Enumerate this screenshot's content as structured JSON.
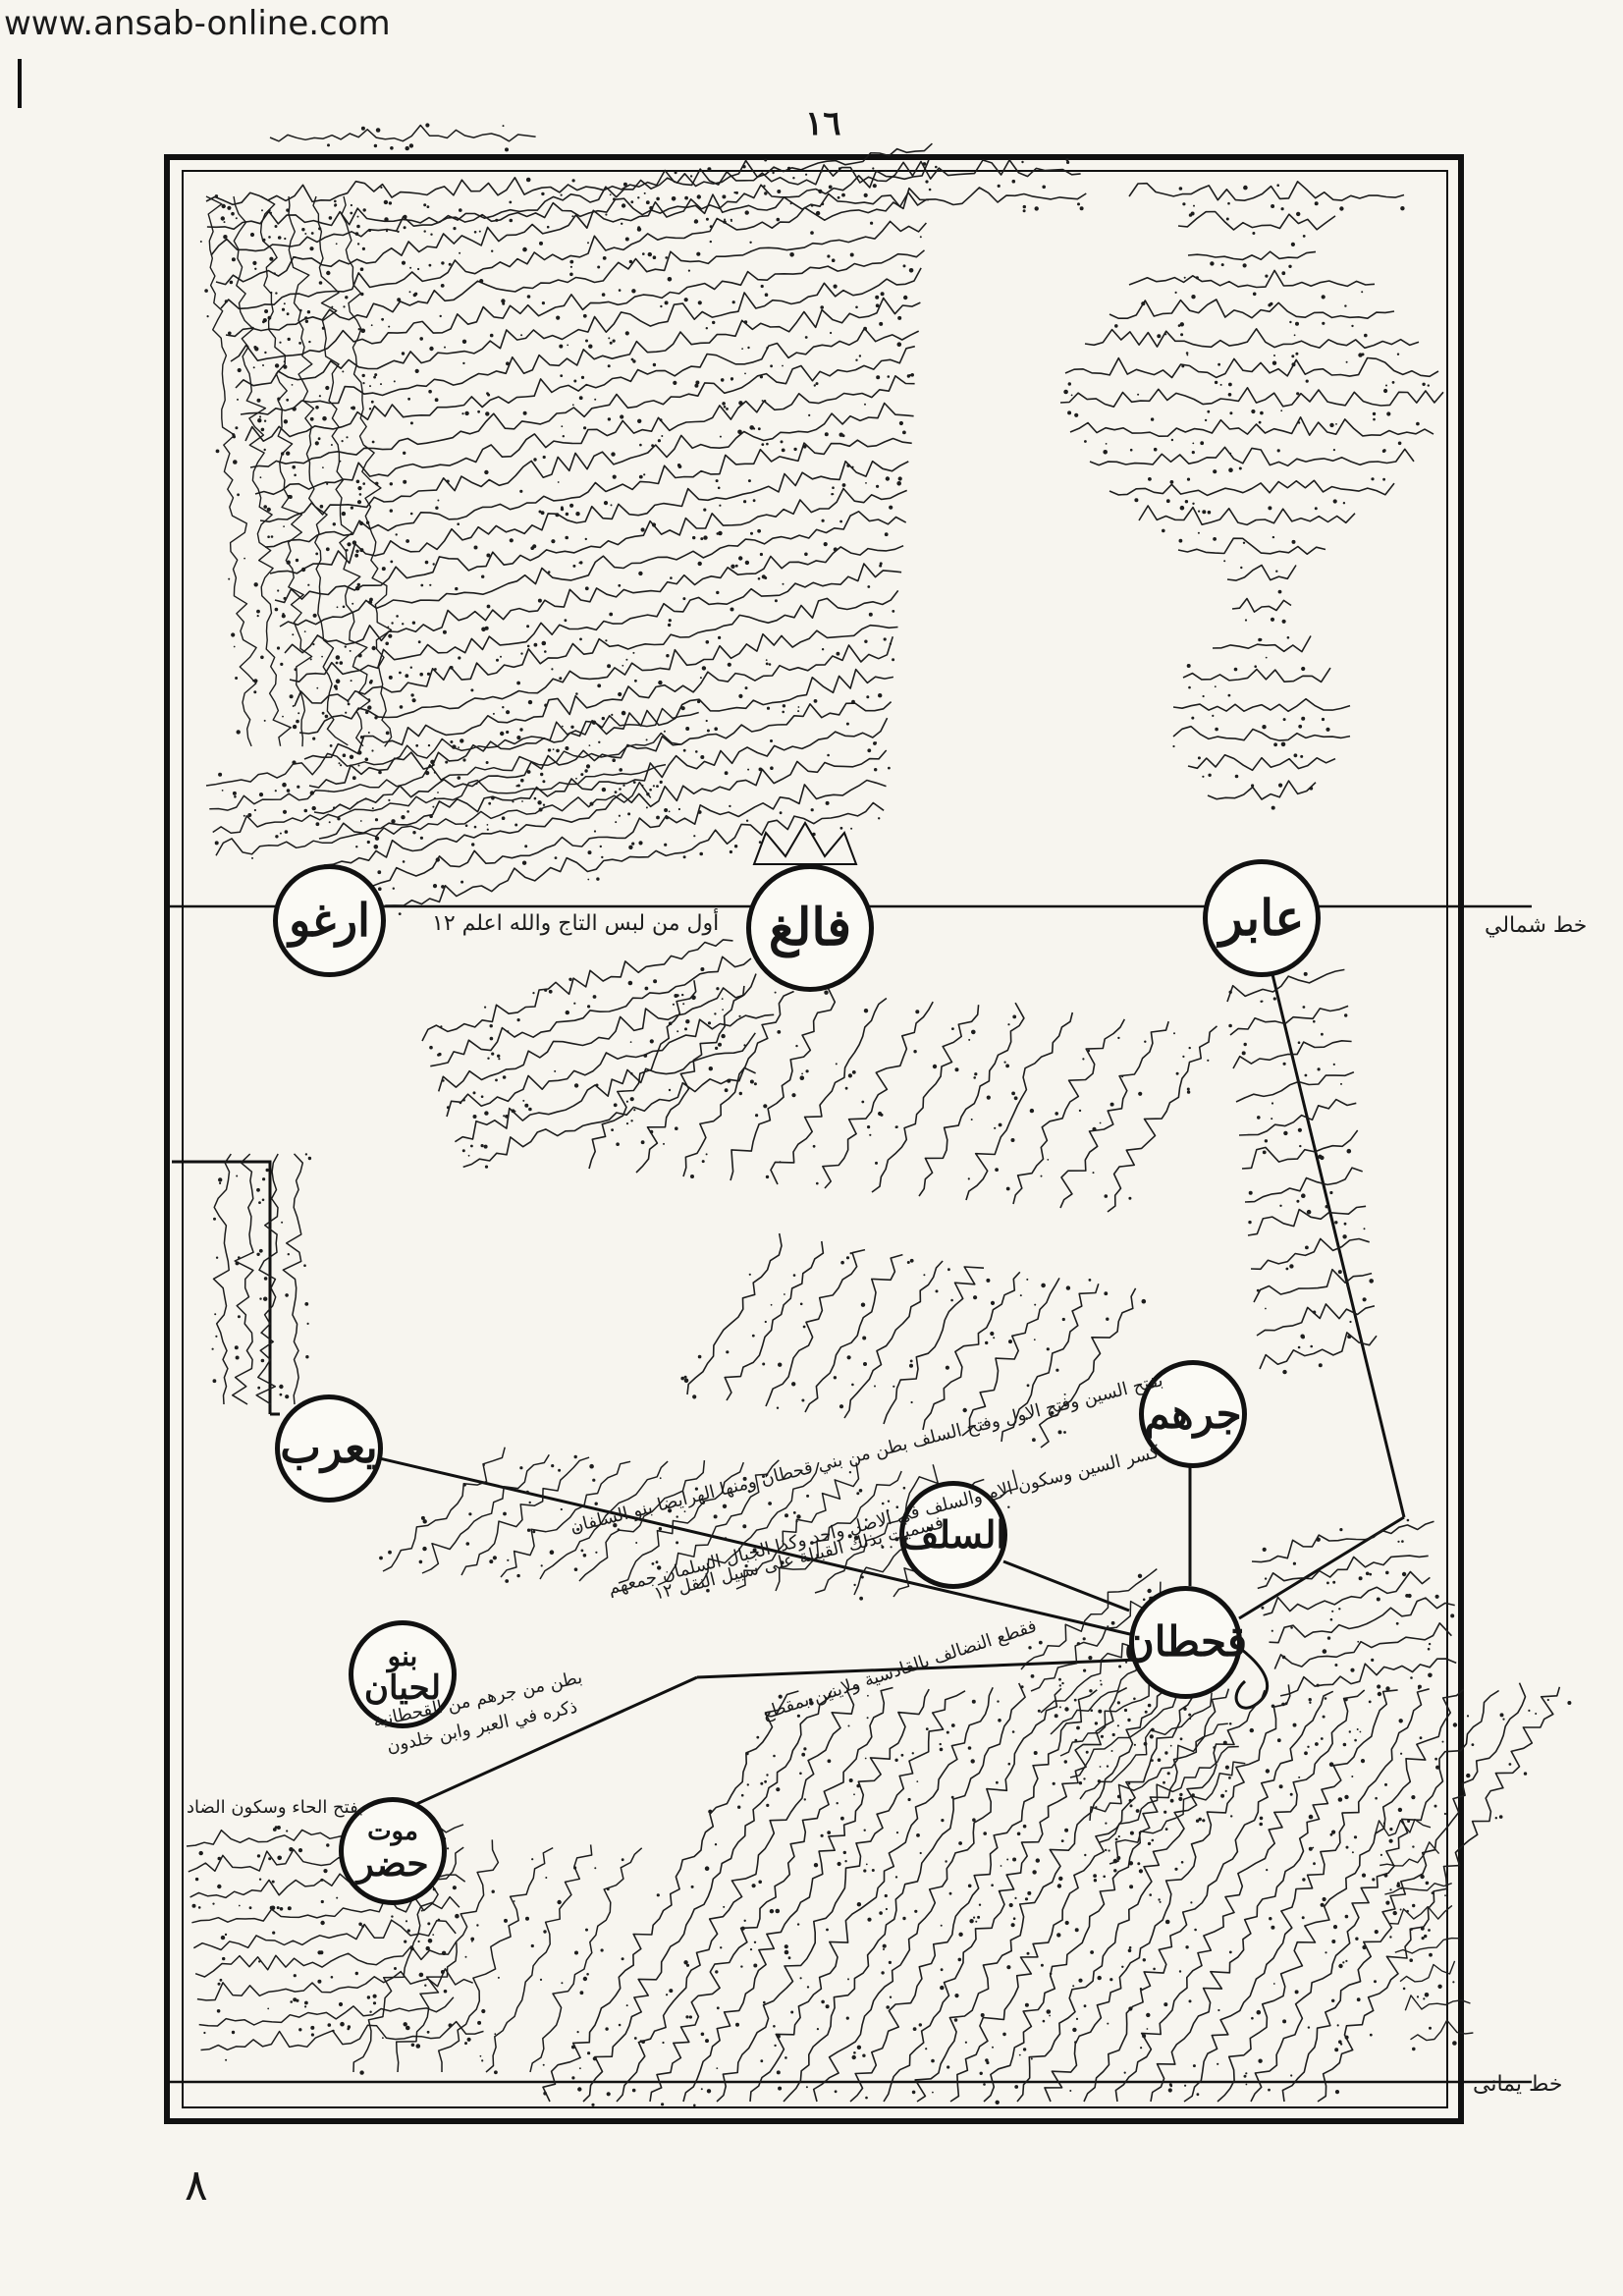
{
  "watermark": "www.ansab-online.com",
  "page_number": "١٦",
  "nodes": {
    "aabar": "عابر",
    "faligh": "فالغ",
    "arghu": "ارغو",
    "jurhum": "جرهم",
    "salif": "السلف",
    "yarub": "يعرب",
    "qahtan": "قحطان",
    "lihyan_bano": "بنو",
    "lihyan": "لحيان",
    "hadramawt_top": "موت",
    "hadramawt": "حضر"
  },
  "notes": {
    "faligh_crown": "أول من لبس التاج والله اعلم ١٢",
    "salif_note_1": "بفتح السين وفتح الاول وفتح السلف بطن من بني قحطان ومنها الهرايضا بنو السلفان",
    "salif_note_2": "كسر السين وسكون الام والسلف في الاصل واحد وكذا الجبال السلمان جمعهم",
    "salif_note_3": "فسميت بذلك القبيلة على سبيل النقل ١٢",
    "lihyan_note_1": "بطن من جرهم من القحطانية",
    "lihyan_note_2": "ذكره في العبر وابن خلدون",
    "hadramawt_note": "بفتح الحاء وسكون الضاد",
    "qahtan_note": "فقطع النضالف بالقادسية ولاينين بمقطع"
  },
  "side_labels": {
    "right_top": "خط شمالي",
    "right_bottom": "خط يمانى"
  },
  "bottom_mark": "٨"
}
